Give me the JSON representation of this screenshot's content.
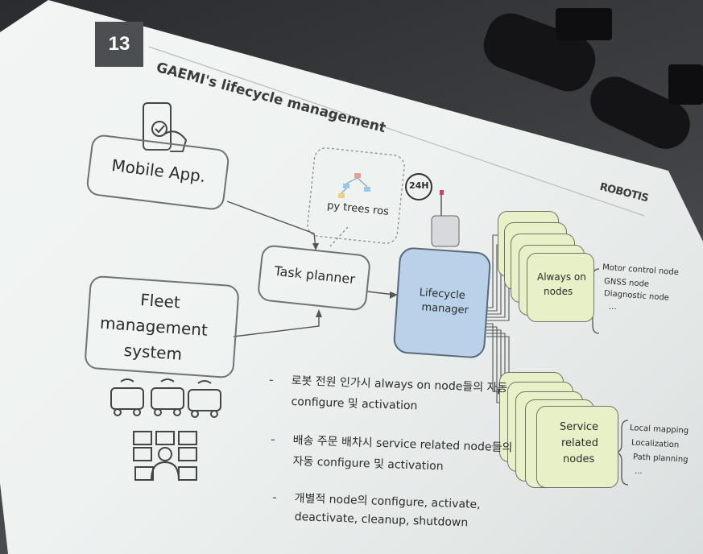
{
  "slide": {
    "number": "13",
    "title": "GAEMI's lifecycle management",
    "logo": "ROBOTIS",
    "boxes": {
      "mobile_app": "Mobile App.",
      "fleet": [
        "Fleet",
        "management",
        "system"
      ],
      "task_planner": "Task planner",
      "py_trees": "py trees ros",
      "lifecycle": [
        "Lifecycle",
        "manager"
      ],
      "always_on": [
        "Always on",
        "nodes"
      ],
      "service": [
        "Service",
        "related",
        "nodes"
      ],
      "badge_24h": "24H"
    },
    "always_on_list": [
      "Motor control node",
      "GNSS node",
      "Diagnostic node",
      "..."
    ],
    "service_list": [
      "Local mapping",
      "Localization",
      "Path planning",
      "..."
    ],
    "bullets": [
      {
        "line1": "로봇 전원 인가시 always on node들의 자동",
        "line2": "configure 및 activation"
      },
      {
        "line1": "배송 주문 배차시 service related node들의",
        "line2": "자동 configure 및 activation"
      },
      {
        "line1": "개별적 node의 configure, activate,",
        "line2": "deactivate, cleanup, shutdown"
      }
    ],
    "bullet_marker": "-"
  }
}
